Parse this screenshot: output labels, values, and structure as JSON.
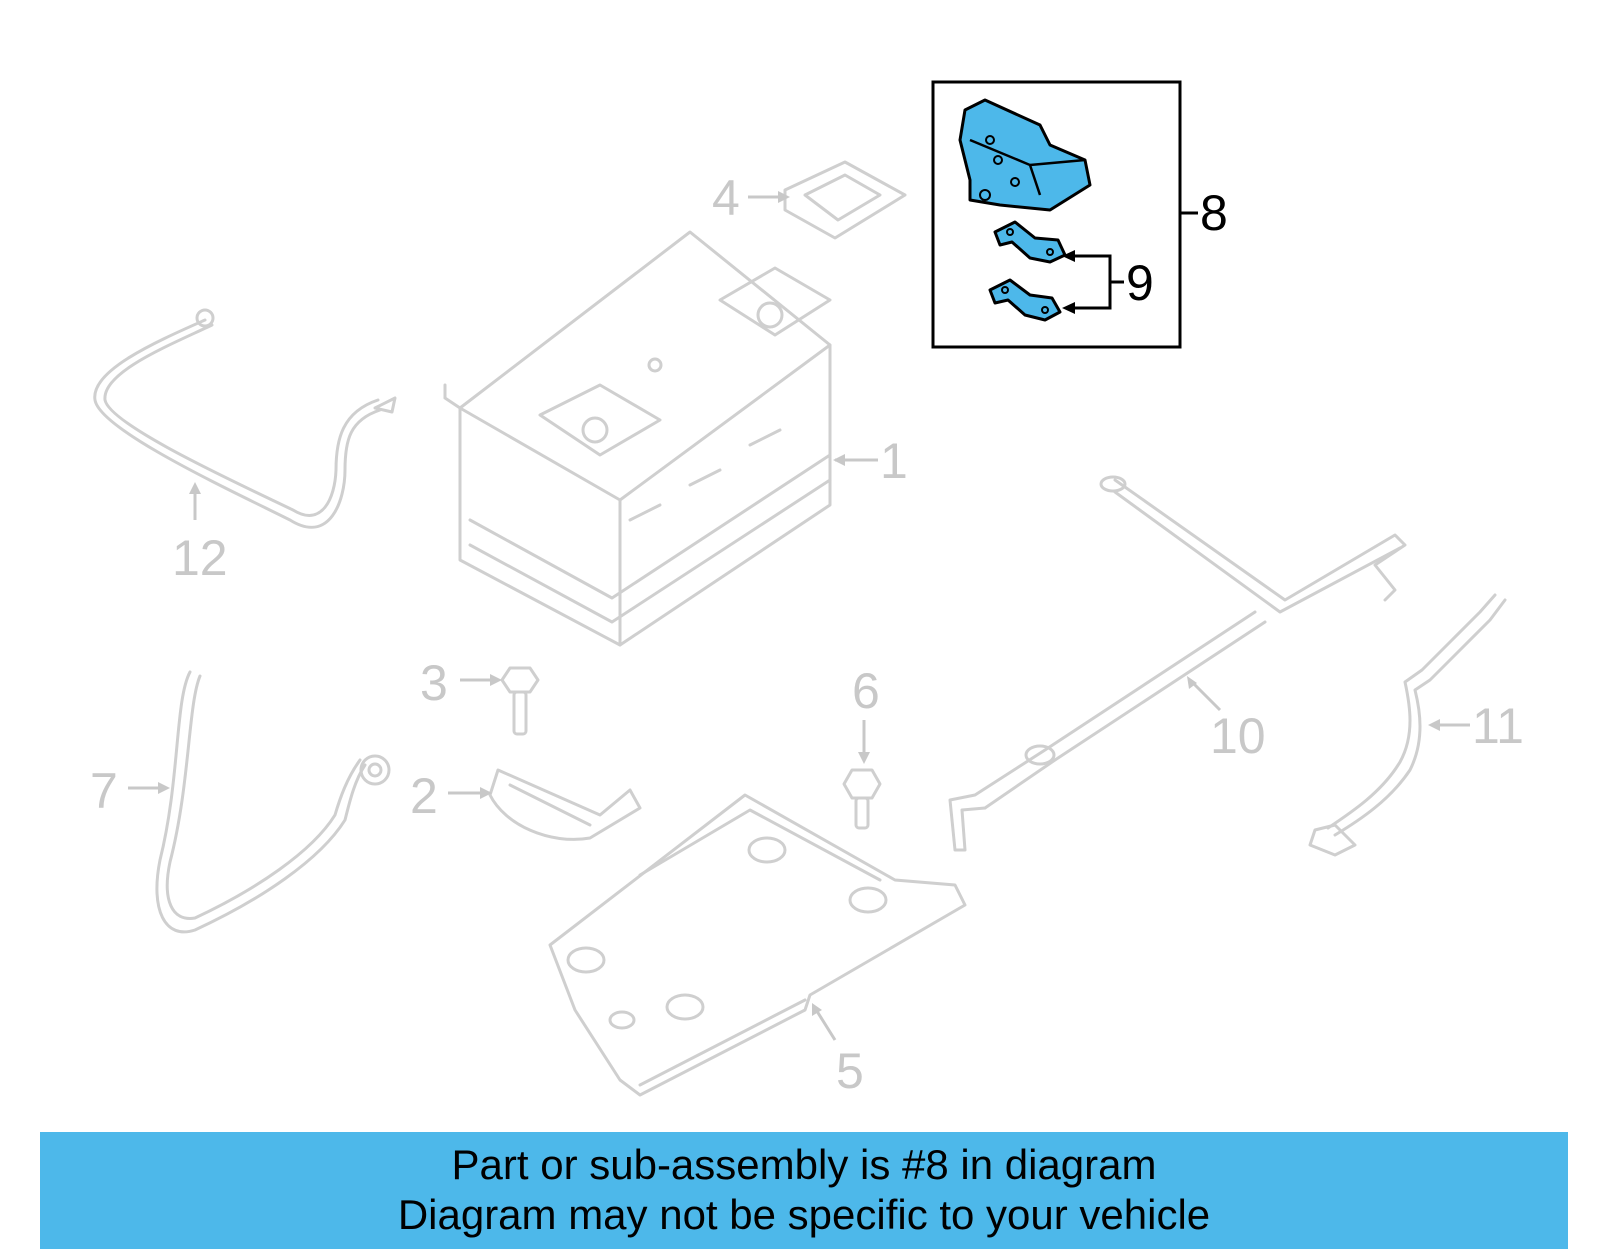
{
  "callouts": {
    "c1": "1",
    "c2": "2",
    "c3": "3",
    "c4": "4",
    "c5": "5",
    "c6": "6",
    "c7": "7",
    "c8": "8",
    "c9": "9",
    "c10": "10",
    "c11": "11",
    "c12": "12"
  },
  "banner": {
    "line1": "Part or sub-assembly is #8 in diagram",
    "line2": "Diagram may not be specific to your vehicle"
  },
  "colors": {
    "banner_bg": "#4db8ea",
    "highlight_part": "#4db8ea",
    "ghost_parts": "#cfcfcf",
    "ghost_labels": "#c8c8c8"
  }
}
